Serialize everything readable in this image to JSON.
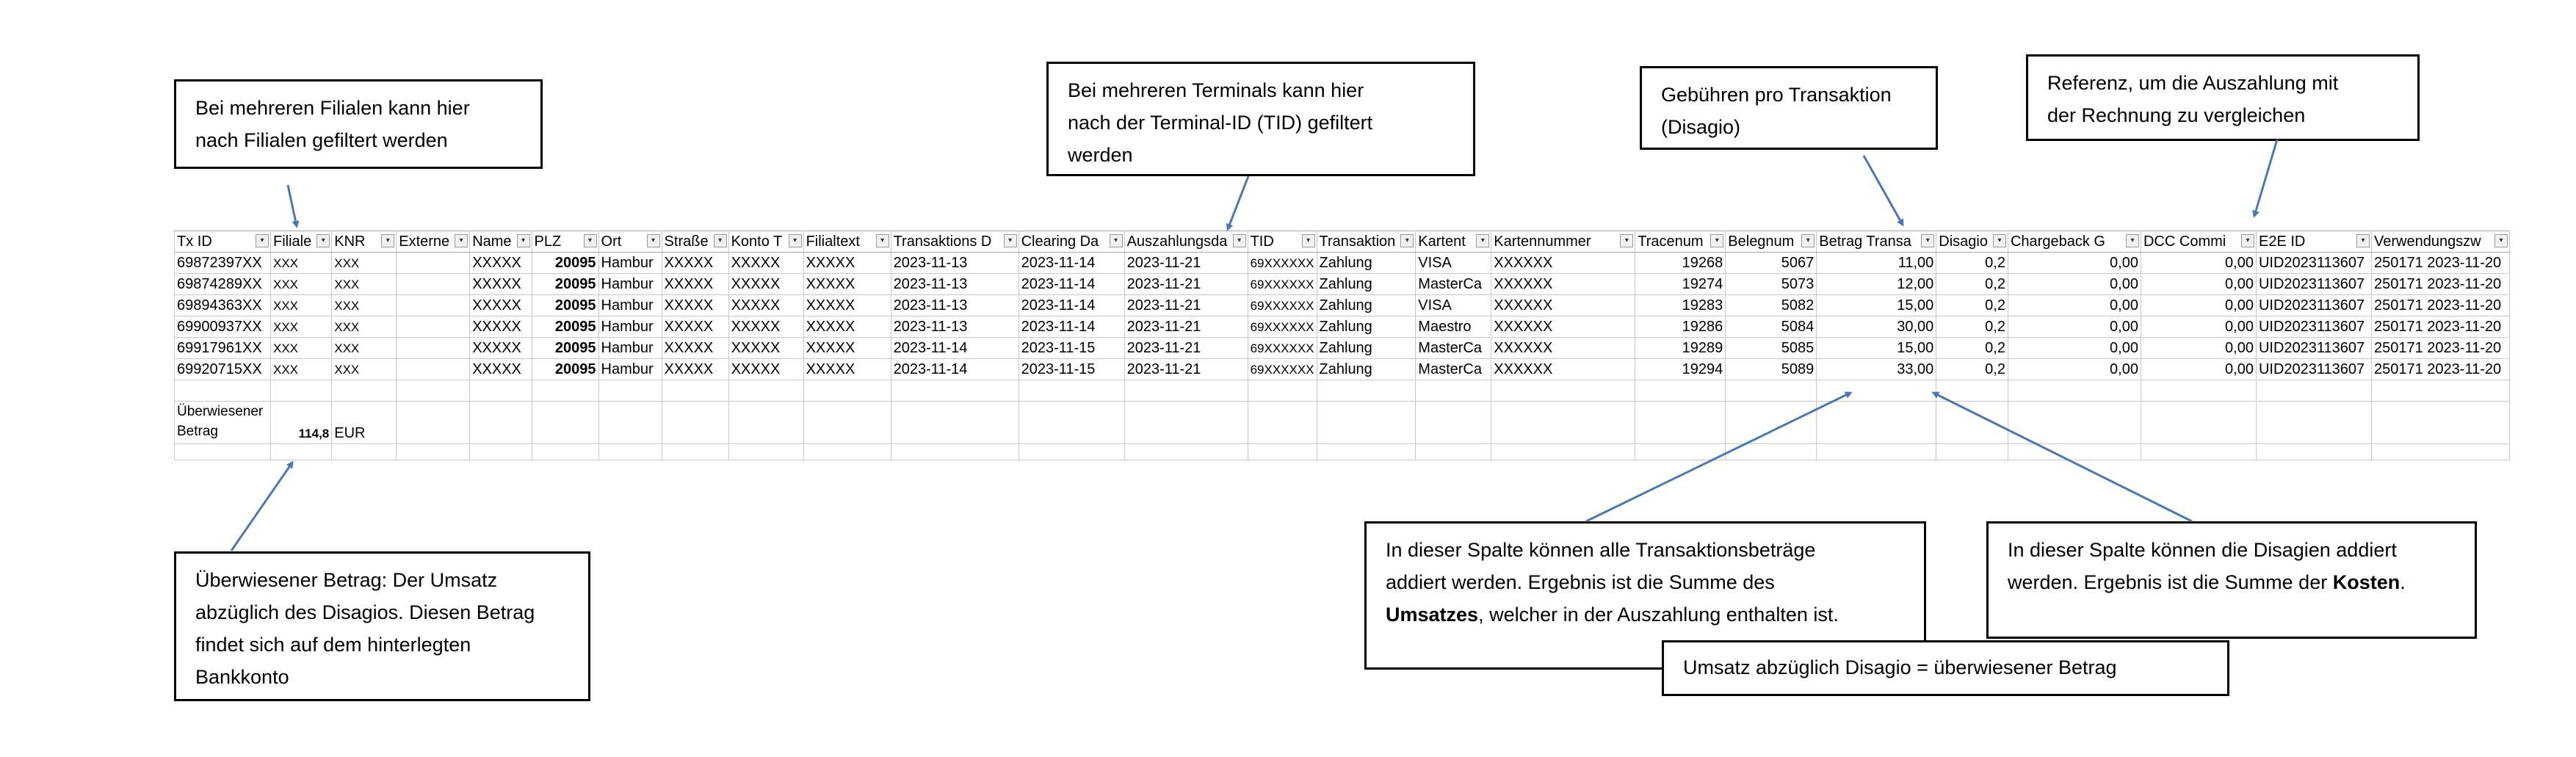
{
  "callouts": {
    "filialen": [
      "Bei mehreren Filialen kann hier",
      "nach Filialen gefiltert werden"
    ],
    "terminals": [
      "Bei mehreren Terminals kann hier",
      "nach der Terminal-ID (TID) gefiltert",
      "werden"
    ],
    "gebuehren": [
      "Gebühren pro Transaktion",
      "(Disagio)"
    ],
    "referenz": [
      "Referenz, um die Auszahlung mit",
      "der Rechnung zu vergleichen"
    ],
    "ueberwiesen": [
      "Überwiesener Betrag: Der Umsatz",
      "abzüglich des Disagios. Diesen Betrag",
      "findet sich auf dem hinterlegten",
      "Bankkonto"
    ],
    "transaktionsbetraege": {
      "line1": "In dieser Spalte können alle Transaktionsbeträge",
      "line2": "addiert werden. Ergebnis ist die Summe des",
      "line3_bold": "Umsatzes",
      "line3_rest": ", welcher in der Auszahlung enthalten ist."
    },
    "disagien": {
      "line1": "In dieser Spalte können die Disagien addiert",
      "line2_start": "werden. Ergebnis ist die Summe der ",
      "line2_bold": "Kosten",
      "line2_end": "."
    },
    "formel": "Umsatz abzüglich Disagio = überwiesener Betrag"
  },
  "sheet": {
    "headers": [
      "Tx ID",
      "Filiale",
      "KNR",
      "Externe",
      "Name",
      "PLZ",
      "Ort",
      "Straße",
      "Konto T",
      "Filialtext",
      "Transaktions D",
      "Clearing Da",
      "Auszahlungsda",
      "TID",
      "Transaktion",
      "Kartent",
      "Kartennummer",
      "Tracenum",
      "Belegnum",
      "Betrag Transa",
      "Disagio",
      "Chargeback G",
      "DCC Commi",
      "E2E ID",
      "Verwendungszw"
    ],
    "rows": [
      [
        "69872397XX",
        "XXX",
        "XXX",
        "",
        "XXXXX",
        "20095",
        "Hambur",
        "XXXXX",
        "XXXXX",
        "XXXXX",
        "2023-11-13",
        "2023-11-14",
        "2023-11-21",
        "69XXXXXX",
        "Zahlung",
        "VISA",
        "XXXXXX",
        "19268",
        "5067",
        "11,00",
        "0,2",
        "0,00",
        "0,00",
        "UID2023113607",
        "250171",
        "2023-11-20"
      ],
      [
        "69874289XX",
        "XXX",
        "XXX",
        "",
        "XXXXX",
        "20095",
        "Hambur",
        "XXXXX",
        "XXXXX",
        "XXXXX",
        "2023-11-13",
        "2023-11-14",
        "2023-11-21",
        "69XXXXXX",
        "Zahlung",
        "MasterCa",
        "XXXXXX",
        "19274",
        "5073",
        "12,00",
        "0,2",
        "0,00",
        "0,00",
        "UID2023113607",
        "250171",
        "2023-11-20"
      ],
      [
        "69894363XX",
        "XXX",
        "XXX",
        "",
        "XXXXX",
        "20095",
        "Hambur",
        "XXXXX",
        "XXXXX",
        "XXXXX",
        "2023-11-13",
        "2023-11-14",
        "2023-11-21",
        "69XXXXXX",
        "Zahlung",
        "VISA",
        "XXXXXX",
        "19283",
        "5082",
        "15,00",
        "0,2",
        "0,00",
        "0,00",
        "UID2023113607",
        "250171",
        "2023-11-20"
      ],
      [
        "69900937XX",
        "XXX",
        "XXX",
        "",
        "XXXXX",
        "20095",
        "Hambur",
        "XXXXX",
        "XXXXX",
        "XXXXX",
        "2023-11-13",
        "2023-11-14",
        "2023-11-21",
        "69XXXXXX",
        "Zahlung",
        "Maestro",
        "XXXXXX",
        "19286",
        "5084",
        "30,00",
        "0,2",
        "0,00",
        "0,00",
        "UID2023113607",
        "250171",
        "2023-11-20"
      ],
      [
        "69917961XX",
        "XXX",
        "XXX",
        "",
        "XXXXX",
        "20095",
        "Hambur",
        "XXXXX",
        "XXXXX",
        "XXXXX",
        "2023-11-14",
        "2023-11-15",
        "2023-11-21",
        "69XXXXXX",
        "Zahlung",
        "MasterCa",
        "XXXXXX",
        "19289",
        "5085",
        "15,00",
        "0,2",
        "0,00",
        "0,00",
        "UID2023113607",
        "250171",
        "2023-11-20"
      ],
      [
        "69920715XX",
        "XXX",
        "XXX",
        "",
        "XXXXX",
        "20095",
        "Hambur",
        "XXXXX",
        "XXXXX",
        "XXXXX",
        "2023-11-14",
        "2023-11-15",
        "2023-11-21",
        "69XXXXXX",
        "Zahlung",
        "MasterCa",
        "XXXXXX",
        "19294",
        "5089",
        "33,00",
        "0,2",
        "0,00",
        "0,00",
        "UID2023113607",
        "250171",
        "2023-11-20"
      ]
    ],
    "summary": {
      "label": "Überwiesener Betrag",
      "value": "114,8",
      "currency": "EUR"
    }
  },
  "colors": {
    "arrow": "#4a78b4",
    "border": "#000000",
    "grid": "#c9c9c9"
  }
}
